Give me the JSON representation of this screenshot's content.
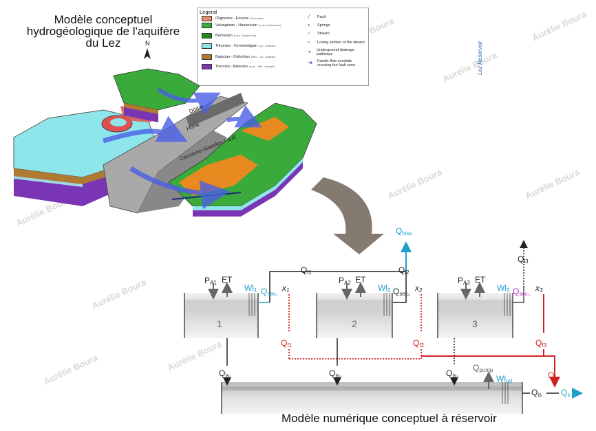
{
  "top_title": "Modèle conceptuel hydrogéologique de l'aquifère du Lez",
  "bottom_caption": "Modèle numérique conceptuel à réservoir",
  "north_label": "N",
  "legend": {
    "title": "Legend",
    "vertical_label": "Lez Reservoir",
    "strata": [
      {
        "name": "Oligocene - Eocene",
        "sub": "(Cenozoic)",
        "color": "#e88a6a"
      },
      {
        "name": "Valanginian - Hauterivian",
        "sub": "(Low. Cretaceous)",
        "color": "#3aaa3a"
      },
      {
        "name": "Berriasian",
        "sub": "(Low. Cretaceous)",
        "color": "#1e8a1e"
      },
      {
        "name": "Tithonian - Kimmendgian",
        "sub": "(Up. Jurassic)",
        "color": "#8fe6ea"
      },
      {
        "name": "Bajocian - Oxfordian",
        "sub": "(Mid. - Up. Jurassic)",
        "color": "#b07a30"
      },
      {
        "name": "Toarcian - Aalenian",
        "sub": "(Low. - Mid. Jurassic)",
        "color": "#7a35b5"
      }
    ],
    "symbols": [
      {
        "name": "Fault"
      },
      {
        "name": "Springs"
      },
      {
        "name": "Stream"
      },
      {
        "name": "Losing section of the stream"
      },
      {
        "name": "Underground drainage pathways"
      },
      {
        "name": "Karstic flow conduits crossing the fault zone"
      }
    ]
  },
  "block_labels": {
    "fault1": "Corconne-Matelles Fault",
    "horst": "Horst",
    "dome": "Dôme"
  },
  "tanks": [
    {
      "number": "1",
      "p": "P",
      "p_sub": "A1",
      "et": "ET",
      "wl": "Wl",
      "wl_sub": "1",
      "qsec": "Q",
      "qsec_sub": "sec₁",
      "x": "x",
      "x_sub": "1",
      "qf": "Q",
      "qf_sub": "f1",
      "qis": "Q",
      "qis_sub": "is₁"
    },
    {
      "number": "2",
      "p": "P",
      "p_sub": "A2",
      "et": "ET",
      "wl": "Wl",
      "wl_sub": "2",
      "qsec": "Q",
      "qsec_sub": "sec₂",
      "x": "x",
      "x_sub": "2",
      "qf": "Q",
      "qf_sub": "f2",
      "qis": "Q",
      "qis_sub": "is₂"
    },
    {
      "number": "3",
      "p": "P",
      "p_sub": "A3",
      "et": "ET",
      "wl": "Wl",
      "wl_sub": "3",
      "qsec": "Q",
      "qsec_sub": "sec₃",
      "x": "x",
      "x_sub": "3",
      "qf": "Q",
      "qf_sub": "f3",
      "qis": "Q",
      "qis_sub": "is₃"
    }
  ],
  "flows": {
    "ql1": {
      "main": "Q",
      "sub": "l1"
    },
    "ql2": {
      "main": "Q",
      "sub": "l2"
    },
    "ql3": {
      "main": "Q",
      "sub": "l3"
    },
    "qloss": {
      "main": "Q",
      "sub": "loss"
    },
    "qpump": {
      "main": "Q",
      "sub": "pump"
    },
    "wlref": {
      "main": "Wl",
      "sub": "ref"
    },
    "qf": {
      "main": "Q",
      "sub": "f"
    },
    "qis": {
      "main": "Q",
      "sub": "is"
    },
    "qs": {
      "main": "Q",
      "sub": "s"
    }
  },
  "watermark": "Aurélie Boura",
  "colors": {
    "cyan": "#1e9ec8",
    "magenta": "#c02ac0",
    "red": "#d22020",
    "arrow": "#857a6f"
  }
}
